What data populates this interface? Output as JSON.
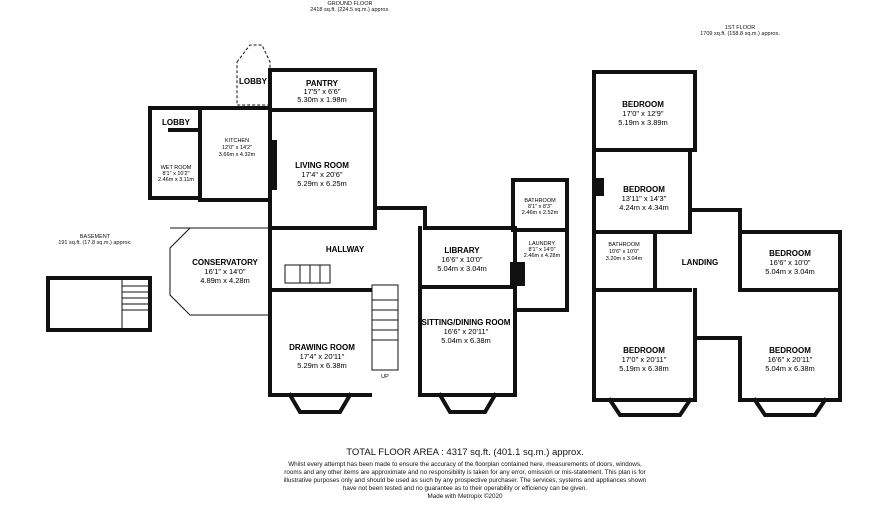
{
  "headers": {
    "ground": {
      "title": "GROUND FLOOR",
      "area": "2418 sq.ft. (224.5 sq.m.) approx."
    },
    "first": {
      "title": "1ST FLOOR",
      "area": "1709 sq.ft. (158.8 sq.m.) approx."
    },
    "basement": {
      "title": "BASEMENT",
      "area": "191 sq.ft. (17.8 sq.m.) approx."
    }
  },
  "rooms": {
    "porch_lobby": {
      "name": "LOBBY"
    },
    "pantry": {
      "name": "PANTRY",
      "imp": "17'5\" x 6'6\"",
      "met": "5.30m x 1.98m"
    },
    "lobby": {
      "name": "LOBBY"
    },
    "kitchen": {
      "name": "KITCHEN",
      "imp": "12'0\" x 14'2\"",
      "met": "3.66m x 4.32m"
    },
    "wet_room": {
      "name": "WET ROOM",
      "imp": "8'1\" x 10'2\"",
      "met": "2.46m x 3.11m"
    },
    "living": {
      "name": "LIVING ROOM",
      "imp": "17'4\" x 20'6\"",
      "met": "5.29m x 6.25m"
    },
    "hallway": {
      "name": "HALLWAY"
    },
    "conservatory": {
      "name": "CONSERVATORY",
      "imp": "16'1\" x 14'0\"",
      "met": "4.89m x 4.28m"
    },
    "drawing": {
      "name": "DRAWING ROOM",
      "imp": "17'4\" x 20'11\"",
      "met": "5.29m x 6.38m"
    },
    "library": {
      "name": "LIBRARY",
      "imp": "16'6\" x 10'0\"",
      "met": "5.04m x 3.04m"
    },
    "sitting": {
      "name": "SITTING/DINING ROOM",
      "imp": "16'6\" x 20'11\"",
      "met": "5.04m x 6.38m"
    },
    "bathroom_g": {
      "name": "BATHROOM",
      "imp": "8'1\" x 8'3\"",
      "met": "2.46m x 2.52m"
    },
    "laundry": {
      "name": "LAUNDRY",
      "imp": "8'1\" x 14'0\"",
      "met": "2.46m x 4.28m"
    },
    "bed1": {
      "name": "BEDROOM",
      "imp": "17'0\" x 12'9\"",
      "met": "5.19m x 3.89m"
    },
    "bed2": {
      "name": "BEDROOM",
      "imp": "13'11\" x 14'3\"",
      "met": "4.24m x 4.34m"
    },
    "bathroom_f": {
      "name": "BATHROOM",
      "imp": "10'6\" x 10'0\"",
      "met": "3.20m x 3.04m"
    },
    "landing": {
      "name": "LANDING"
    },
    "bed3": {
      "name": "BEDROOM",
      "imp": "16'6\" x 10'0\"",
      "met": "5.04m x 3.04m"
    },
    "bed4": {
      "name": "BEDROOM",
      "imp": "17'0\" x 20'11\"",
      "met": "5.19m x 6.38m"
    },
    "bed5": {
      "name": "BEDROOM",
      "imp": "16'6\" x 20'11\"",
      "met": "5.04m x 6.38m"
    }
  },
  "stairs": {
    "up": "UP"
  },
  "footer": {
    "total": "TOTAL FLOOR AREA : 4317 sq.ft. (401.1 sq.m.) approx.",
    "disclaimer": "Whilst every attempt has been made to ensure the accuracy of the floorplan contained here, measurements of doors, windows, rooms and any other items are approximate and no responsibility is taken for any error, omission or mis-statement. This plan is for illustrative purposes only and should be used as such by any prospective purchaser. The services, systems and appliances shown have not been tested and no guarantee as to their operability or efficiency can be given.",
    "credit": "Made with Metropix ©2020"
  }
}
